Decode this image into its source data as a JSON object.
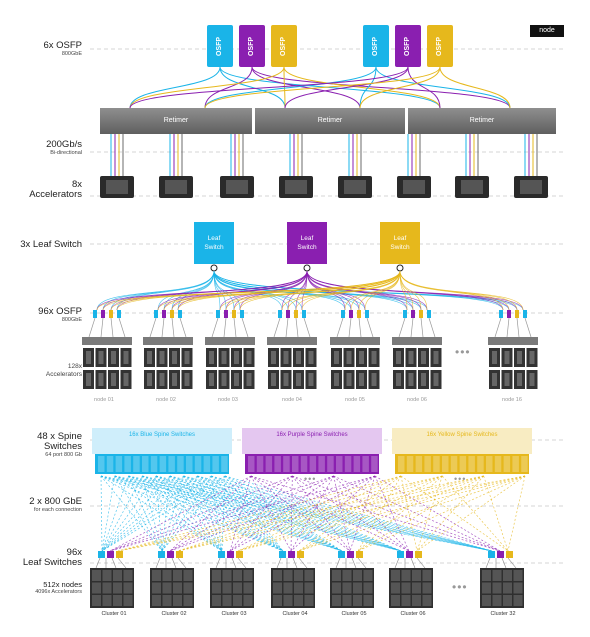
{
  "labels": {
    "osfp_top": "6x OSFP",
    "osfp_top_sub": "800GbE",
    "bw": "200Gb/s",
    "bw_sub": "Bi-directional",
    "accel_big1": "8x",
    "accel_big2": "Accelerators",
    "leaf3": "3x Leaf Switch",
    "osfp96": "96x OSFP",
    "osfp96_sub": "800GbE",
    "acc128_1": "128x",
    "acc128_2": "Accelerators",
    "spine1": "48 x Spine",
    "spine2": "Switches",
    "spine_sub": "64 port 800 Gb",
    "conn1": "2 x 800 GbE",
    "conn_sub": "for each connection",
    "leaf96_1": "96x",
    "leaf96_2": "Leaf Switches",
    "nodes512": "512x nodes",
    "nodes512_sub": "4096x Accelerators"
  },
  "node_tag": "node",
  "osfp_label": "OSFP",
  "retimer_label": "Retimer",
  "leaf_label_1": "Leaf",
  "leaf_label_2": "Switch",
  "spine_bands": [
    "16x Blue Spine Switches",
    "16x Purple Spine Switches",
    "16x Yellow Spine Switches"
  ],
  "node_names": [
    "node 01",
    "node 02",
    "node 03",
    "node 04",
    "node 05",
    "node 06",
    "node 16"
  ],
  "cluster_names": [
    "Cluster 01",
    "Cluster 02",
    "Cluster 03",
    "Cluster 04",
    "Cluster 05",
    "Cluster 06",
    "Cluster 32"
  ],
  "ellipsis": "•••",
  "colors": {
    "blue": "#1ab4e8",
    "purple": "#8a1fb0",
    "yellow": "#e6b81c",
    "blue_light": "#cfeefb",
    "purple_light": "#e4c7f0",
    "yellow_light": "#f8ecc2",
    "grey": "#6b6b6b"
  }
}
